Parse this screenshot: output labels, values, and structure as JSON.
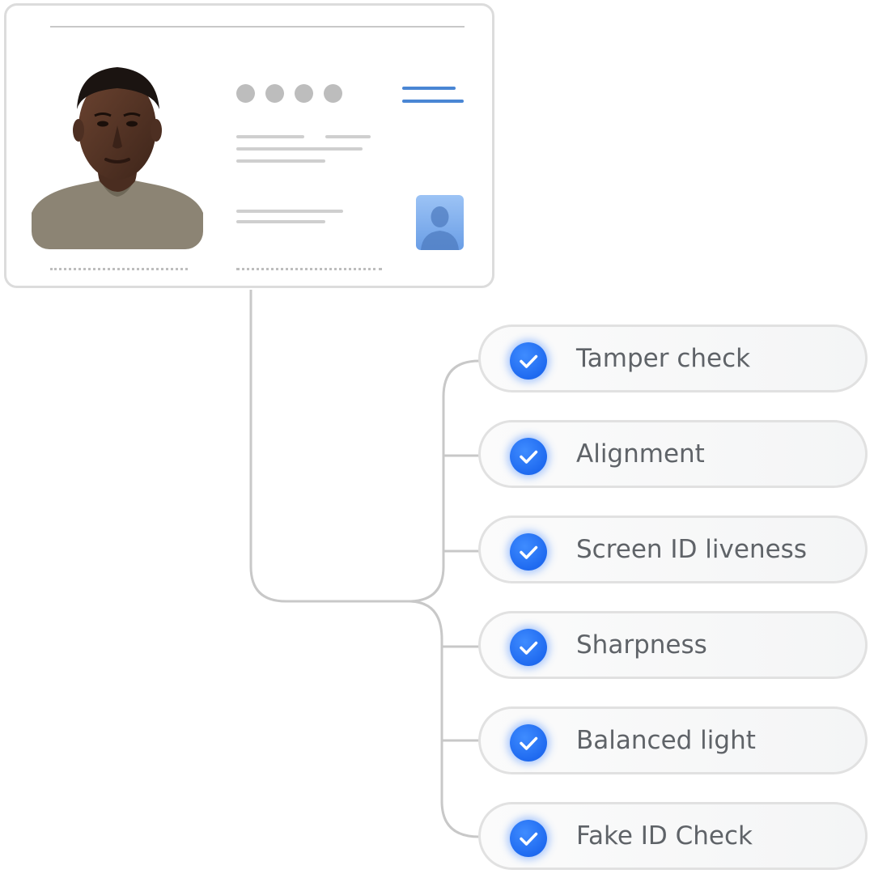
{
  "checks": [
    {
      "label": "Tamper check",
      "status": "passed"
    },
    {
      "label": "Alignment",
      "status": "passed"
    },
    {
      "label": "Screen ID liveness",
      "status": "passed"
    },
    {
      "label": "Sharpness",
      "status": "passed"
    },
    {
      "label": "Balanced light",
      "status": "passed"
    },
    {
      "label": "Fake ID Check",
      "status": "passed"
    }
  ],
  "icons": {
    "check": "checkmark-icon",
    "portrait": "person-photo",
    "mini_photo": "avatar-icon"
  },
  "colors": {
    "accent_blue": "#4a86d4",
    "check_badge": "#1f6af0",
    "connector": "#c8c8c8",
    "label_text": "#5f6368"
  }
}
